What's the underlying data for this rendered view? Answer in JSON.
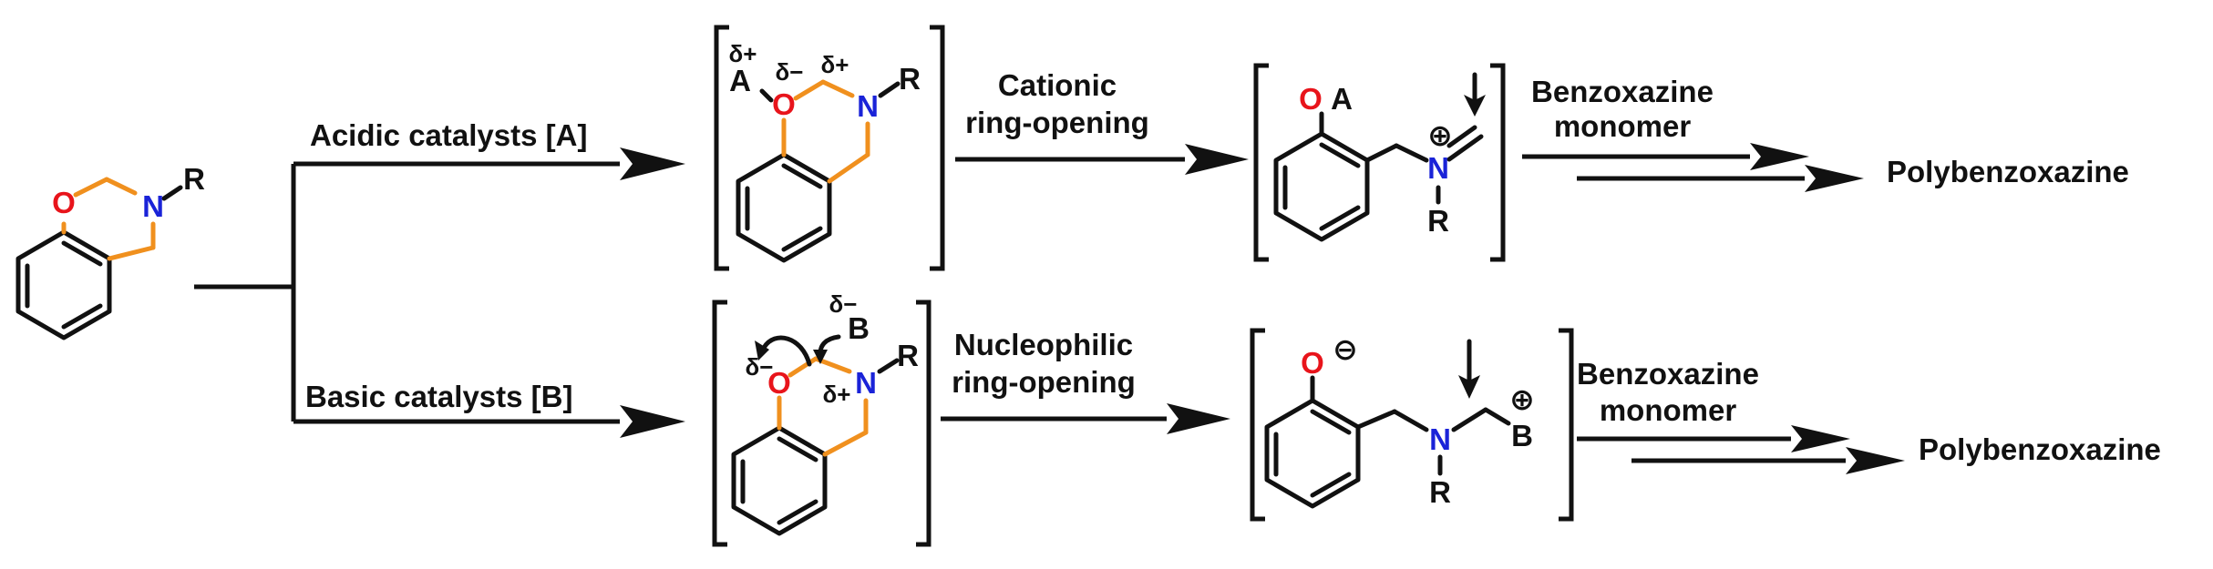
{
  "colors": {
    "oxygen": "#e8141b",
    "nitrogen": "#1a23d8",
    "ring_bond": "#f0901e",
    "text": "#111111"
  },
  "atoms": {
    "O": "O",
    "N": "N",
    "R": "R",
    "A": "A",
    "B": "B"
  },
  "charges": {
    "plus": "⊕",
    "minus": "⊖"
  },
  "deltas": {
    "plus": "δ+",
    "minus": "δ−"
  },
  "top_path": {
    "catalyst_label": "Acidic catalysts [A]",
    "step_label_1": "Cationic",
    "step_label_2": "ring-opening",
    "monomer_label_1": "Benzoxazine",
    "monomer_label_2": "monomer",
    "product": "Polybenzoxazine"
  },
  "bottom_path": {
    "catalyst_label": "Basic catalysts [B]",
    "step_label_1": "Nucleophilic",
    "step_label_2": "ring-opening",
    "monomer_label_1": "Benzoxazine",
    "monomer_label_2": "monomer",
    "product": "Polybenzoxazine"
  }
}
